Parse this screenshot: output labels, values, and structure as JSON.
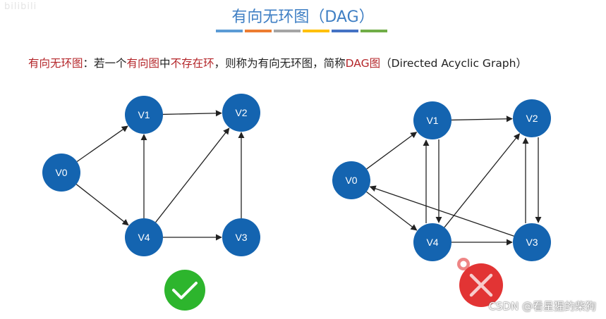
{
  "corner_watermark": "bilibili",
  "title": "有向无环图（DAG）",
  "color_bar": [
    "#5b9bd5",
    "#ed7d31",
    "#a5a5a5",
    "#ffc000",
    "#4472c4",
    "#70ad47"
  ],
  "definition": {
    "term": "有向无环图",
    "colon": "：若一个",
    "directed_graph": "有向图",
    "mid": "中",
    "no_cycle": "不存在环",
    "rest": "，则称为有向无环图，简称",
    "abbr": "DAG图",
    "english": "（Directed Acyclic Graph）"
  },
  "left_graph": {
    "nodes": [
      "V0",
      "V1",
      "V2",
      "V3",
      "V4"
    ],
    "edges": [
      [
        "V0",
        "V1"
      ],
      [
        "V0",
        "V4"
      ],
      [
        "V1",
        "V2"
      ],
      [
        "V4",
        "V1"
      ],
      [
        "V4",
        "V2"
      ],
      [
        "V4",
        "V3"
      ],
      [
        "V3",
        "V2"
      ]
    ],
    "verdict": "check"
  },
  "right_graph": {
    "nodes": [
      "V0",
      "V1",
      "V2",
      "V3",
      "V4"
    ],
    "edges": [
      [
        "V0",
        "V1"
      ],
      [
        "V0",
        "V4"
      ],
      [
        "V1",
        "V2"
      ],
      [
        "V1",
        "V4"
      ],
      [
        "V4",
        "V1"
      ],
      [
        "V2",
        "V3"
      ],
      [
        "V3",
        "V2"
      ],
      [
        "V4",
        "V3"
      ],
      [
        "V4",
        "V2"
      ],
      [
        "V3",
        "V0"
      ]
    ],
    "verdict": "cross"
  },
  "colors": {
    "node": "#1464b0",
    "title": "#3f7fc4",
    "highlight": "#b4262a",
    "check_bg": "#2db52d",
    "cross_bg": "#e23434"
  },
  "watermark": "CSDN @看星猩的柴狗"
}
